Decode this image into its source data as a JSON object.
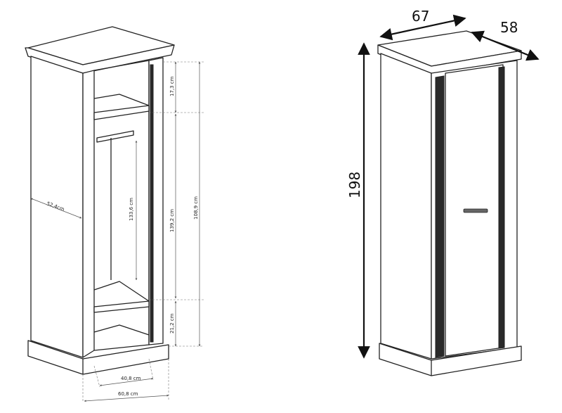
{
  "interior_view": {
    "dimensions": {
      "top_shelf_gap": "17,3 cm",
      "hanging_space": "139,2 cm",
      "inner_height": "108,9 cm",
      "rail_height": "133,6 cm",
      "bottom_gap": "21,2 cm",
      "inner_depth": "52,4cm",
      "inner_width": "40,8 cm",
      "outer_width": "60,8 cm"
    }
  },
  "exterior_view": {
    "dimensions": {
      "width": "67",
      "depth": "58",
      "height": "198"
    }
  }
}
